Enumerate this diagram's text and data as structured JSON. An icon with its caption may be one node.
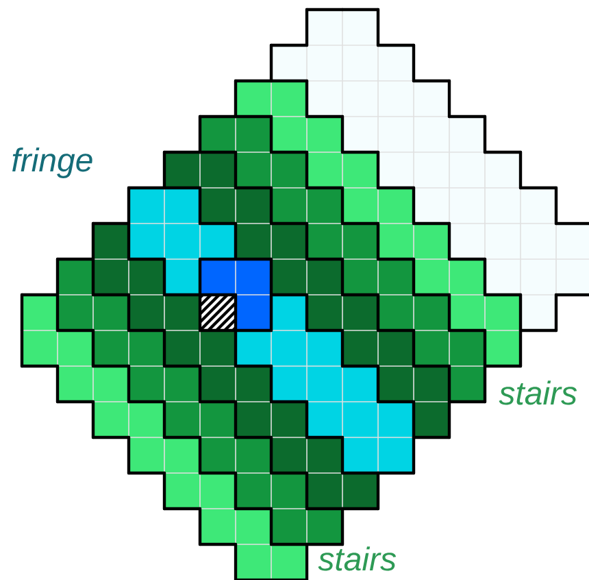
{
  "diagram": {
    "labels": [
      "fringe",
      "stairs",
      "stairs"
    ]
  }
}
